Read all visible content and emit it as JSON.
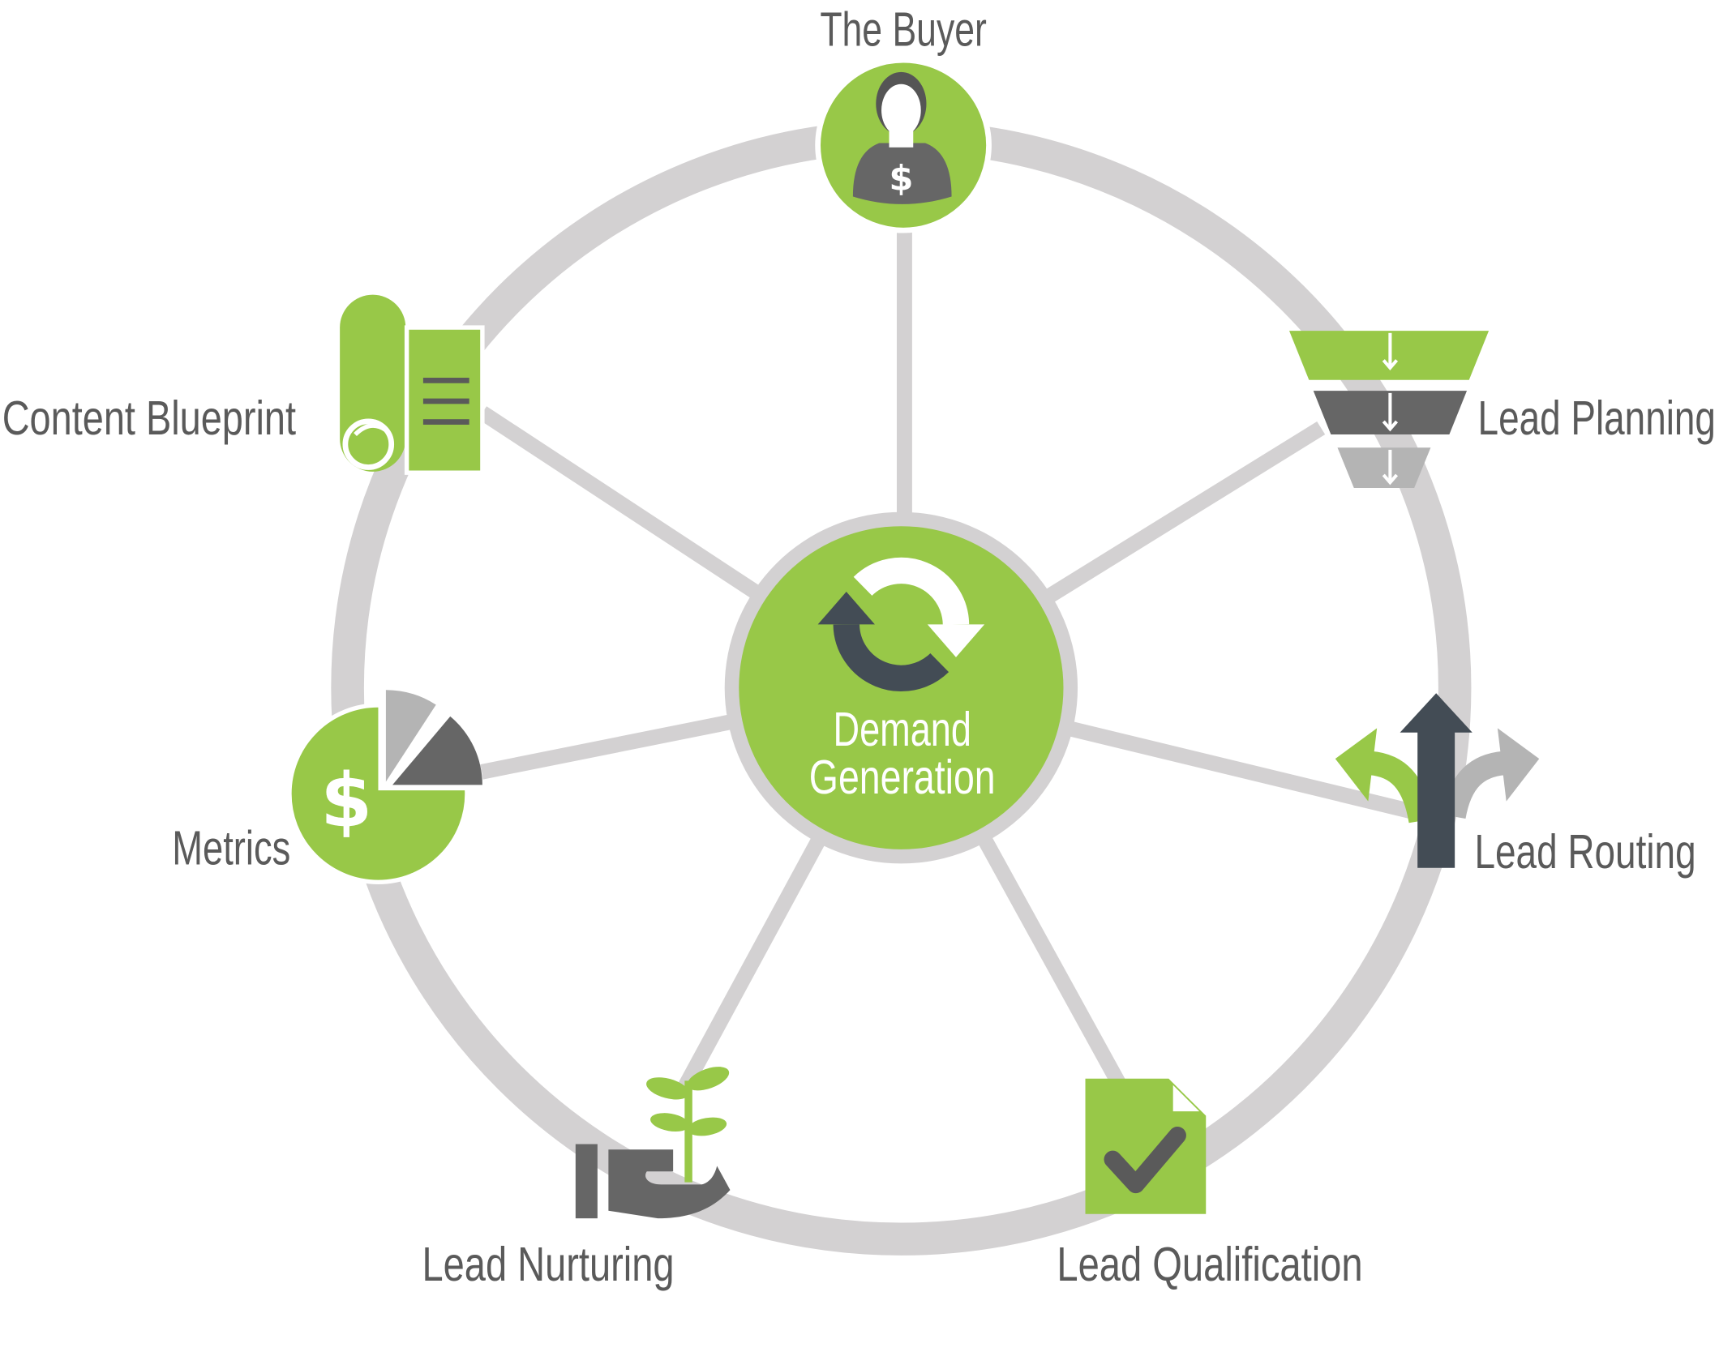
{
  "center": {
    "label_line1": "Demand",
    "label_line2": "Generation",
    "icon": "refresh-cycle-icon"
  },
  "nodes": {
    "buyer": {
      "label": "The Buyer",
      "icon": "buyer-person-icon",
      "symbol": "$"
    },
    "lead_planning": {
      "label": "Lead Planning",
      "icon": "funnel-icon"
    },
    "lead_routing": {
      "label": "Lead Routing",
      "icon": "routing-arrows-icon"
    },
    "lead_qualification": {
      "label": "Lead Qualification",
      "icon": "checked-document-icon"
    },
    "lead_nurturing": {
      "label": "Lead Nurturing",
      "icon": "hand-sprout-icon"
    },
    "metrics": {
      "label": "Metrics",
      "icon": "pie-chart-dollar-icon",
      "symbol": "$"
    },
    "content_blueprint": {
      "label": "Content Blueprint",
      "icon": "scroll-document-icon"
    }
  },
  "colors": {
    "green": "#98c848",
    "dark_gray": "#666666",
    "slate": "#434c55",
    "light_gray": "#b4b4b4",
    "ring": "#d3d1d2",
    "text": "#5a5a5a"
  }
}
